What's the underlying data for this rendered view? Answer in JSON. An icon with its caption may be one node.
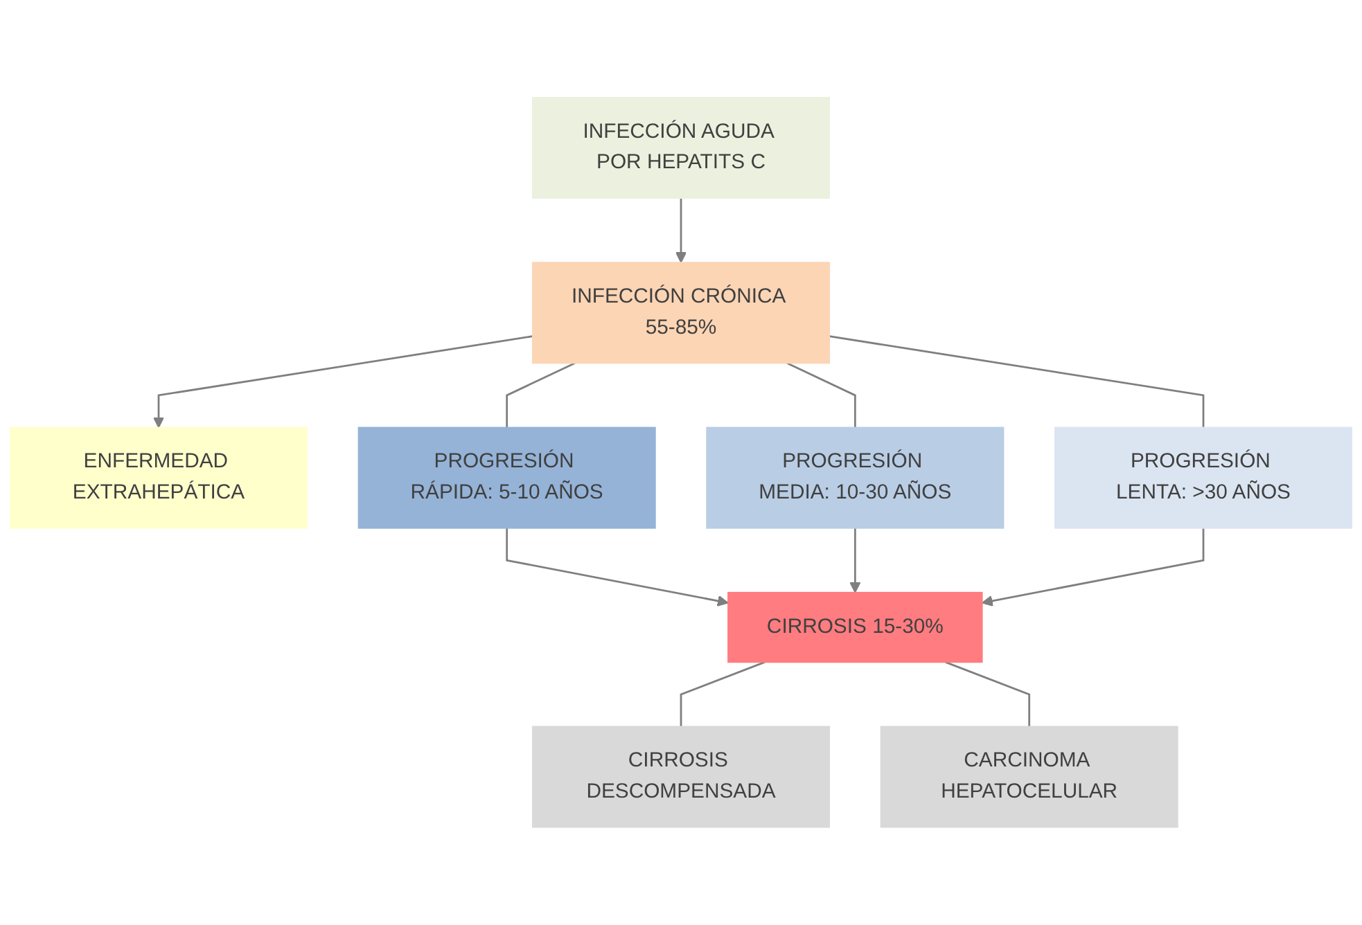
{
  "diagram": {
    "nodes": [
      {
        "text": [
          "INFECCIÓN AGUDA POR HEPATITS C"
        ]
      },
      {
        "text": [
          "INFECCIÓN CRÓNICA 55-85%"
        ]
      },
      {
        "text": [
          "ENFERMEDAD EXTRAHEPÁTICA"
        ]
      },
      {
        "text": [
          "PROGRESIÓN RÁPIDA: 5-10 AÑOS"
        ]
      },
      {
        "text": [
          "PROGRESIÓN MEDIA: 10-30 AÑOS"
        ]
      },
      {
        "text": [
          "PROGRESIÓN LENTA: >30 AÑOS"
        ]
      },
      {
        "text": [
          "CIRROSIS 15-30%"
        ]
      },
      {
        "text": [
          "CIRROSIS DESCOMPENSADA"
        ]
      },
      {
        "text": [
          "CARCINOMA HEPATOCELULAR"
        ]
      }
    ],
    "edges": [
      {
        "from": 0,
        "to": 1,
        "arrow": "to"
      },
      {
        "from": 1,
        "to": 2,
        "arrow": "to"
      },
      {
        "from": 1,
        "to": 3,
        "arrow": "none"
      },
      {
        "from": 1,
        "to": 4,
        "arrow": "none"
      },
      {
        "from": 1,
        "to": 5,
        "arrow": "none"
      },
      {
        "from": 3,
        "to": 6,
        "arrow": "to"
      },
      {
        "from": 4,
        "to": 6,
        "arrow": "to"
      },
      {
        "from": 5,
        "to": 6,
        "arrow": "to"
      },
      {
        "from": 6,
        "to": 7,
        "arrow": "none"
      },
      {
        "from": 6,
        "to": 8,
        "arrow": "none"
      }
    ]
  }
}
